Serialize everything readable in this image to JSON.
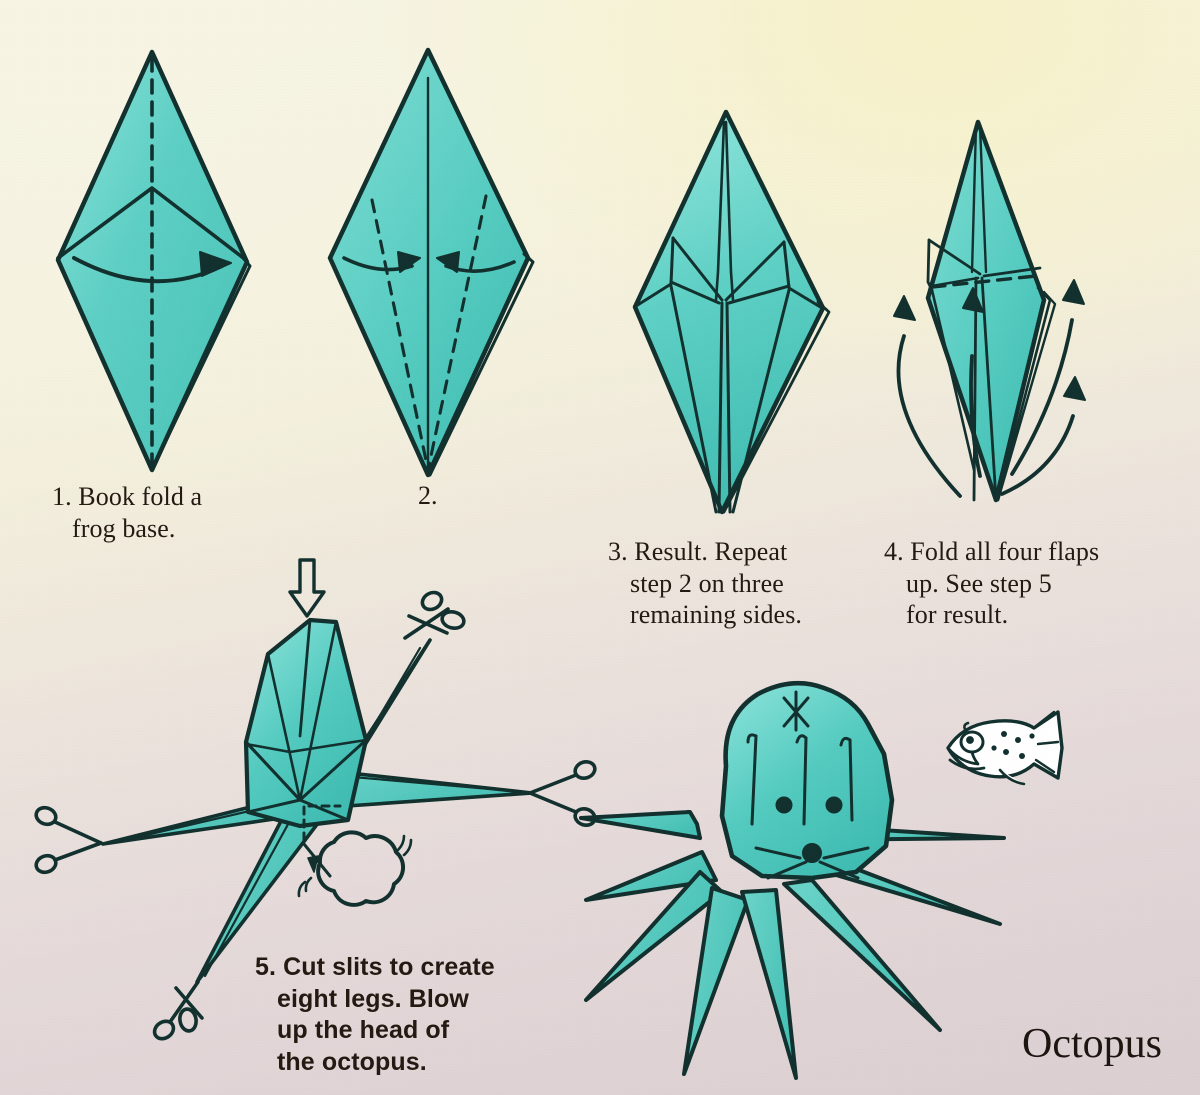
{
  "page": {
    "kind": "origami-instruction-sheet",
    "model_title": "Octopus",
    "background": {
      "top_color": "#f6f3e2",
      "highlight_color": "#f7f2c9",
      "bottom_color": "#dbcfd2"
    },
    "paper": {
      "fill": "#5ecfc4",
      "fill_light": "#86e0d6",
      "fill_dark": "#3bb5ab",
      "ink": "#13312f"
    }
  },
  "steps": [
    {
      "number": "1.",
      "text": "1. Book fold a\nfrog base.",
      "diagram_name": "frog-base-diagram",
      "symbols": [
        "valley-fold-dashed-line",
        "curved-fold-arrow-right"
      ]
    },
    {
      "number": "2.",
      "text": "2.",
      "diagram_name": "petal-fold-diagram",
      "symbols": [
        "two-dashed-fold-lines",
        "two-inward-arrows",
        "center-crease-line"
      ]
    },
    {
      "number": "3.",
      "text": "3. Result. Repeat\nstep 2 on three\nremaining sides.",
      "diagram_name": "petal-fold-result-diagram",
      "symbols": [
        "crease-lines"
      ]
    },
    {
      "number": "4.",
      "text": "4. Fold all four flaps\nup. See step 5\nfor result.",
      "diagram_name": "fold-flaps-up-diagram",
      "symbols": [
        "dashed-horizontal-fold-line",
        "four-curved-up-arrows"
      ]
    },
    {
      "number": "5.",
      "text": "5. Cut slits to create\neight legs. Blow\nup the head of\nthe octopus.",
      "diagram_name": "cut-slits-and-blow-diagram",
      "symbols": [
        "scissors-icon",
        "push-down-arrow-icon",
        "blow-puff-icon",
        "dashed-cut-guide"
      ]
    }
  ],
  "figures": {
    "octopus": {
      "name": "finished-octopus-figure",
      "leg_count": 8,
      "features": [
        "two-eyes",
        "mouth-hole",
        "head-creases",
        "star-crease-top"
      ]
    },
    "fish": {
      "name": "decorative-fish-figure",
      "features": [
        "eye",
        "smile",
        "spots",
        "tail-fin",
        "fins"
      ]
    }
  },
  "icons": {
    "scissors": "scissors-icon",
    "push_arrow": "push-down-arrow-icon",
    "blow_puff": "blow-puff-icon",
    "fold_arrow": "fold-arrow-icon"
  }
}
